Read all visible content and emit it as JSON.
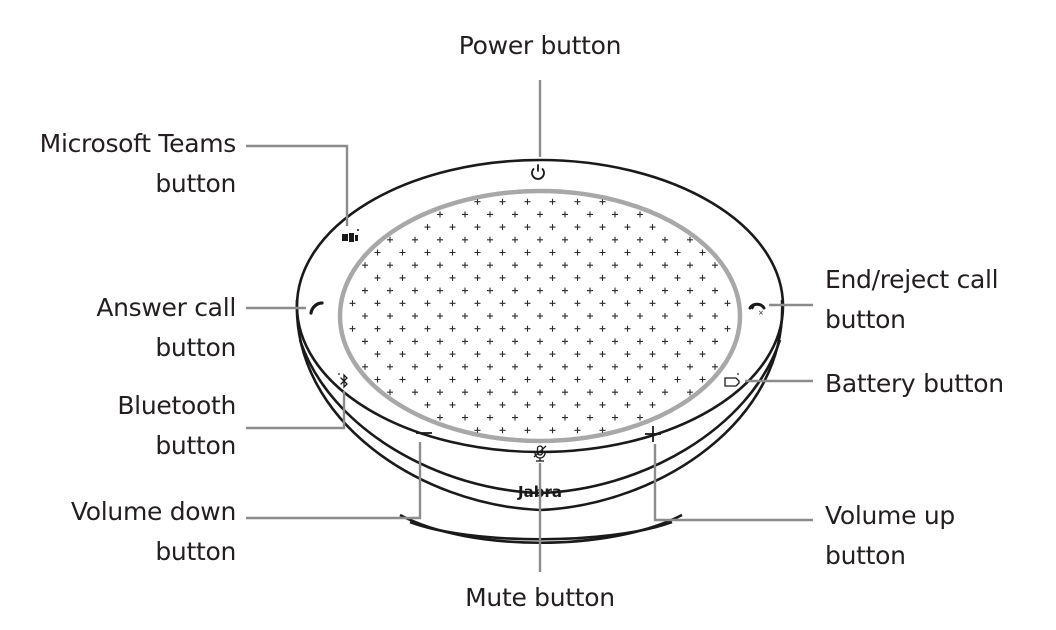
{
  "diagram": {
    "subject": "Speakerphone top-view button layout",
    "brand_text": "Jabra",
    "colors": {
      "text": "#231f20",
      "outline": "#1a1a1a",
      "leader_line": "#8c8c8c",
      "grille_ring": "#a8a8a8",
      "background": "#ffffff"
    },
    "callouts": [
      {
        "id": "power",
        "lines": [
          "Power button"
        ],
        "icon": "power-icon"
      },
      {
        "id": "teams",
        "lines": [
          "Microsoft Teams",
          "button"
        ],
        "icon": "microsoft-teams-icon"
      },
      {
        "id": "answer",
        "lines": [
          "Answer call",
          "button"
        ],
        "icon": "answer-call-icon"
      },
      {
        "id": "bluetooth",
        "lines": [
          "Bluetooth",
          "button"
        ],
        "icon": "bluetooth-icon"
      },
      {
        "id": "voldown",
        "lines": [
          "Volume down",
          "button"
        ],
        "icon": "minus-icon"
      },
      {
        "id": "mute",
        "lines": [
          "Mute button"
        ],
        "icon": "mute-microphone-icon"
      },
      {
        "id": "volup",
        "lines": [
          "Volume up",
          "button"
        ],
        "icon": "plus-icon"
      },
      {
        "id": "battery",
        "lines": [
          "Battery button"
        ],
        "icon": "battery-icon"
      },
      {
        "id": "endcall",
        "lines": [
          "End/reject call",
          "button"
        ],
        "icon": "end-call-icon"
      }
    ]
  }
}
